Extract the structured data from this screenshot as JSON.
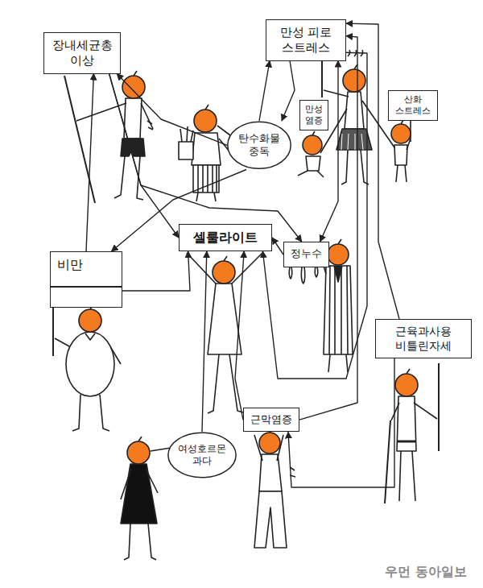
{
  "diagram": {
    "nodes": [
      {
        "text": [
          "장내세균총 이상"
        ]
      },
      {
        "text": [
          "만성 피로 스트레스"
        ]
      },
      {
        "text": [
          "만성 염증"
        ]
      },
      {
        "text": [
          "산화 스트레스"
        ]
      },
      {
        "text": [
          "탄수화물 중독"
        ]
      },
      {
        "text": [
          "셀룰라이트"
        ]
      },
      {
        "text": [
          "비만"
        ]
      },
      {
        "text": [
          "정누수"
        ]
      },
      {
        "text": [
          "근육과사용 비틀린자세"
        ]
      },
      {
        "text": [
          "여성호르몬 과다"
        ]
      },
      {
        "text": [
          "근막염증"
        ]
      }
    ],
    "edges": [
      {
        "from": 4,
        "to": 0,
        "arrow": "to"
      },
      {
        "from": 4,
        "to": 1,
        "arrow": "to"
      },
      {
        "from": 1,
        "to": 4,
        "arrow": "to"
      },
      {
        "from": 0,
        "to": 5,
        "arrow": "to"
      },
      {
        "from": 0,
        "to": 7,
        "arrow": "to"
      },
      {
        "from": 4,
        "to": 6,
        "arrow": "to"
      },
      {
        "from": 6,
        "to": 0,
        "arrow": "to"
      },
      {
        "from": 6,
        "to": 5,
        "arrow": "to"
      },
      {
        "from": 7,
        "to": 5,
        "arrow": "to"
      },
      {
        "from": 7,
        "to": 1,
        "arrow": "both"
      },
      {
        "from": 1,
        "to": 5,
        "arrow": "to"
      },
      {
        "from": 10,
        "to": 1,
        "arrow": "to"
      },
      {
        "from": 10,
        "to": 5,
        "arrow": "to"
      },
      {
        "from": 9,
        "to": 5,
        "arrow": "to"
      },
      {
        "from": 8,
        "to": 1,
        "arrow": "to"
      },
      {
        "from": 8,
        "to": 10,
        "arrow": "to"
      }
    ],
    "labels": [
      "우먼 동아일보"
    ]
  }
}
